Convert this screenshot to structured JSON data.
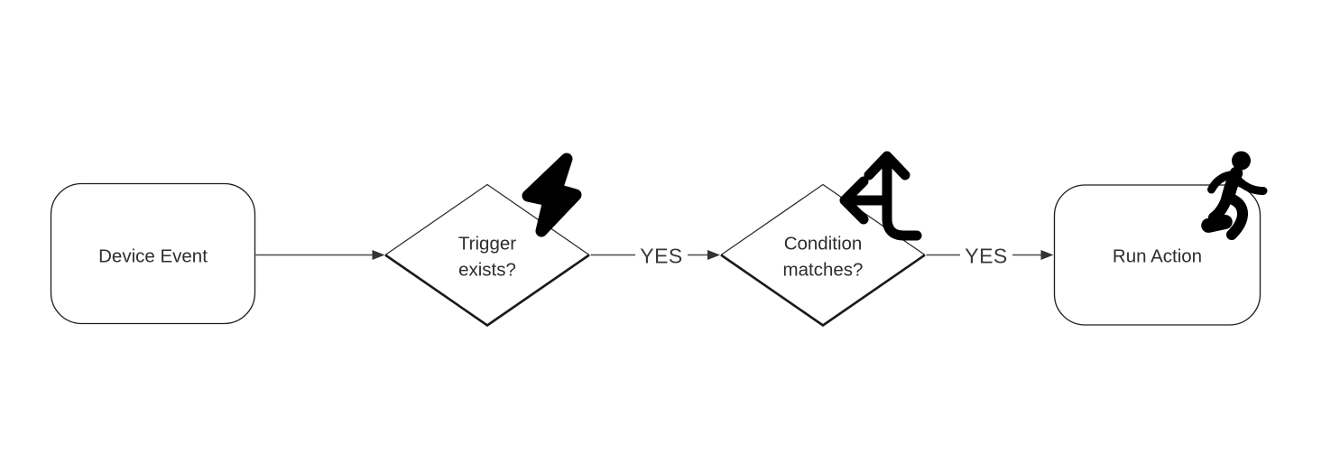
{
  "app": {
    "type": "flowchart-diagram",
    "background": "#ffffff"
  },
  "diagram": {
    "nodes": [
      {
        "id": "device-event",
        "shape": "rounded-rectangle",
        "label": "Device Event"
      },
      {
        "id": "trigger-exists",
        "shape": "diamond",
        "label": "Trigger exists?",
        "label_line1": "Trigger",
        "label_line2": "exists?",
        "icon": "lightning-bolt-icon"
      },
      {
        "id": "condition-matches",
        "shape": "diamond",
        "label": "Condition matches?",
        "label_line1": "Condition",
        "label_line2": "matches?",
        "icon": "directions-fork-icon"
      },
      {
        "id": "run-action",
        "shape": "rounded-rectangle",
        "label": "Run Action",
        "icon": "running-person-icon"
      }
    ],
    "edges": [
      {
        "from": "device-event",
        "to": "trigger-exists",
        "label": ""
      },
      {
        "from": "trigger-exists",
        "to": "condition-matches",
        "label": "YES"
      },
      {
        "from": "condition-matches",
        "to": "run-action",
        "label": "YES"
      }
    ],
    "colors": {
      "canvas_background": "#ffffff",
      "node_fill": "#ffffff",
      "shape_stroke": "#222222",
      "edge_line": "#4a4a4a",
      "arrow_head": "#333333",
      "node_label_text": "#2d2d2d",
      "edge_label_text": "#383838",
      "icon_fill": "#000000"
    }
  }
}
